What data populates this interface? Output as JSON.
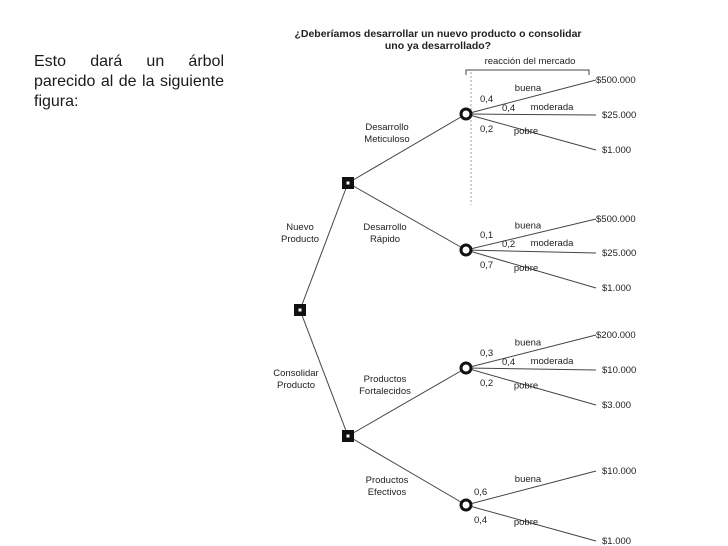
{
  "intro_text": "Esto dará un árbol parecido al de la siguiente figura:",
  "diagram": {
    "title_line1": "¿Deberíamos desarrollar un nuevo producto o consolidar",
    "title_line2": "uno ya desarrollado?",
    "market_reaction": "reacción del mercado",
    "root_options": [
      "Nuevo\nProducto",
      "Consolidar\nProducto"
    ],
    "decision_options": [
      "Desarrollo\nMeticuloso",
      "Desarrollo\nRápido",
      "Productos\nFortalecidos",
      "Productos\nEfectivos"
    ],
    "outcomes": [
      {
        "branches": [
          {
            "label": "buena",
            "prob": "0,4",
            "value": "$500.000"
          },
          {
            "label": "moderada",
            "prob": "0,4",
            "value": "$25.000"
          },
          {
            "label": "pobre",
            "prob": "0,2",
            "value": "$1.000"
          }
        ]
      },
      {
        "branches": [
          {
            "label": "buena",
            "prob": "0,1",
            "value": "$500.000"
          },
          {
            "label": "moderada",
            "prob": "0,2",
            "value": "$25.000"
          },
          {
            "label": "pobre",
            "prob": "0,7",
            "value": "$1.000"
          }
        ]
      },
      {
        "branches": [
          {
            "label": "buena",
            "prob": "0,3",
            "value": "$200.000"
          },
          {
            "label": "moderada",
            "prob": "0,4",
            "value": "$10.000"
          },
          {
            "label": "pobre",
            "prob": "0,2",
            "value": "$3.000"
          }
        ]
      },
      {
        "branches": [
          {
            "label": "buena",
            "prob": "0,6",
            "value": "$10.000"
          },
          {
            "label": "pobre",
            "prob": "0,4",
            "value": "$1.000"
          }
        ]
      }
    ]
  }
}
